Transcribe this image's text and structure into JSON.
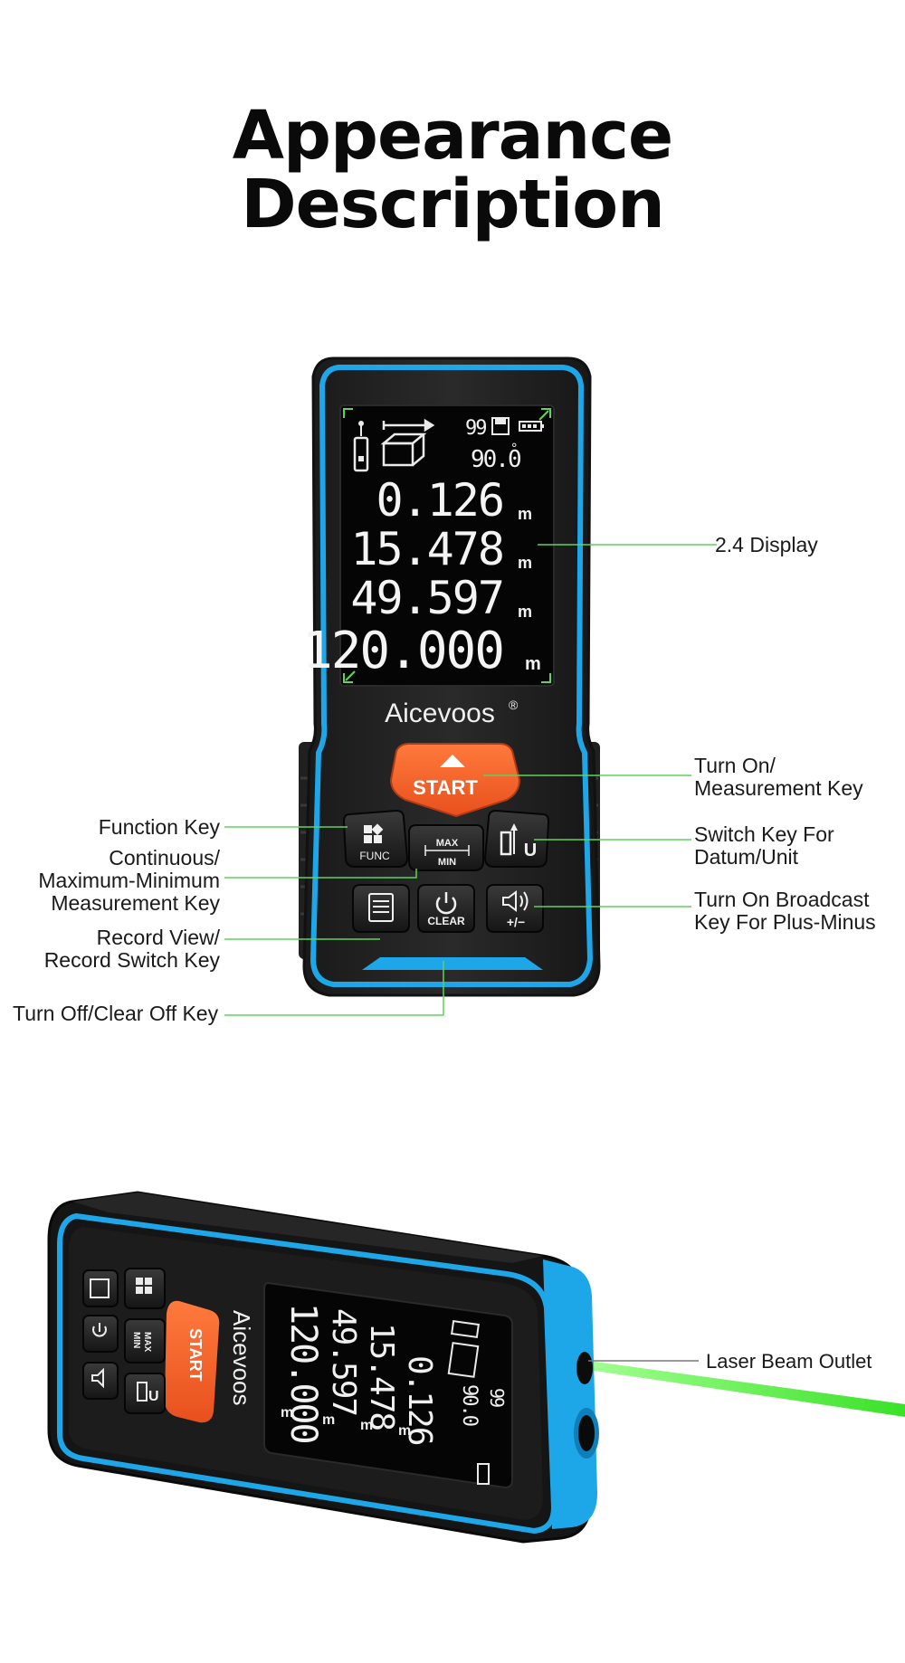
{
  "heading": {
    "line1": "Appearance",
    "line2": "Description"
  },
  "device": {
    "brand": "Aicevoos",
    "brand_mark": "®",
    "display": {
      "memory_count": "99",
      "angle": "90.0",
      "angle_unit": "°",
      "readings": [
        "0.126",
        "15.478",
        "49.597",
        "120.000"
      ],
      "unit": "m"
    },
    "keys": {
      "start": "START",
      "func": "FUNC",
      "max": "MAX",
      "min": "MIN",
      "unit_key": "U",
      "clear": "CLEAR",
      "plus_minus": "+/−"
    }
  },
  "callouts": {
    "display": "2.4 Display",
    "turn_on": "Turn On/\nMeasurement Key",
    "function_key": "Function Key",
    "switch_key": "Switch Key For\nDatum/Unit",
    "continuous": "Continuous/\nMaximum-Minimum\nMeasurement Key",
    "broadcast": "Turn On Broadcast\nKey For Plus-Minus",
    "record": "Record View/\nRecord Switch Key",
    "turn_off": "Turn Off/Clear Off Key",
    "laser": "Laser Beam Outlet"
  },
  "colors": {
    "accent_blue": "#1ea7e8",
    "start_orange": "#f4622a",
    "laser_green": "#39e829",
    "leader_green": "#5fd35a"
  }
}
